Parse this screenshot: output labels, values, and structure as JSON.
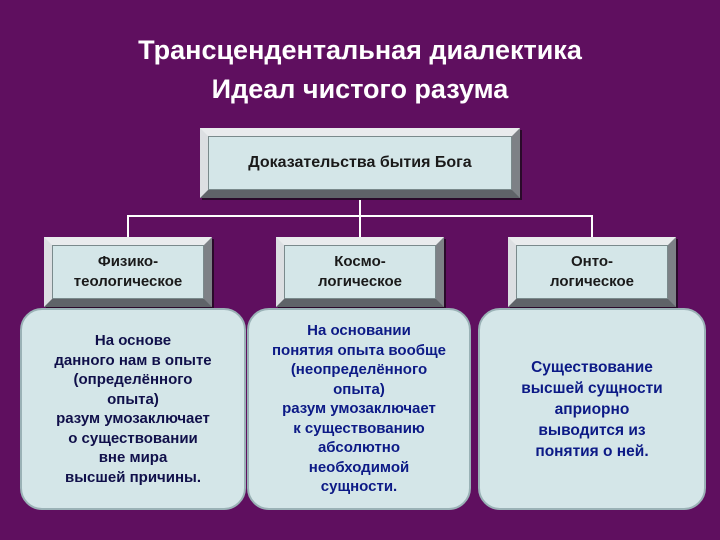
{
  "header": {
    "title": "Трансцендентальная диалектика",
    "subtitle": "Идеал чистого разума"
  },
  "diagram": {
    "root": "Доказательства бытия Бога",
    "branches": [
      {
        "name": "Физико-\nтеологическое",
        "description": "На основе\nданного нам в опыте\n(определённого\nопыта)\nразум умозаключает\nо существовании\nвне мира\nвысшей причины."
      },
      {
        "name": "Космо-\nлогическое",
        "description": "На основании\nпонятия опыта вообще\n(неопределённого\nопыта)\nразум умозаключает\nк существованию\nабсолютно\nнеобходимой\nсущности."
      },
      {
        "name": "Онто-\nлогическое",
        "description": "Существование\nвысшей сущности\nаприорно\nвыводится из\nпонятия о ней."
      }
    ]
  },
  "colors": {
    "background": "#5f0f5f",
    "box_fill": "#d4e6e8",
    "text_dark_blue": "#0c1a86"
  }
}
